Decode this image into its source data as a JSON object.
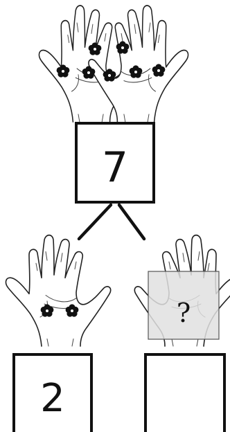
{
  "top_box": {
    "value": "7"
  },
  "top_hands": {
    "flower_count": 7
  },
  "left_hand": {
    "flower_count": 2
  },
  "right_hand": {
    "overlay_text": "?"
  },
  "left_box": {
    "value": "2"
  },
  "right_box": {
    "value": ""
  },
  "colors": {
    "stroke": "#111111",
    "flower": "#111111",
    "overlay": "#e4e4e4"
  },
  "icons": {
    "flower": "flower-icon",
    "hand": "open-hand-icon"
  }
}
